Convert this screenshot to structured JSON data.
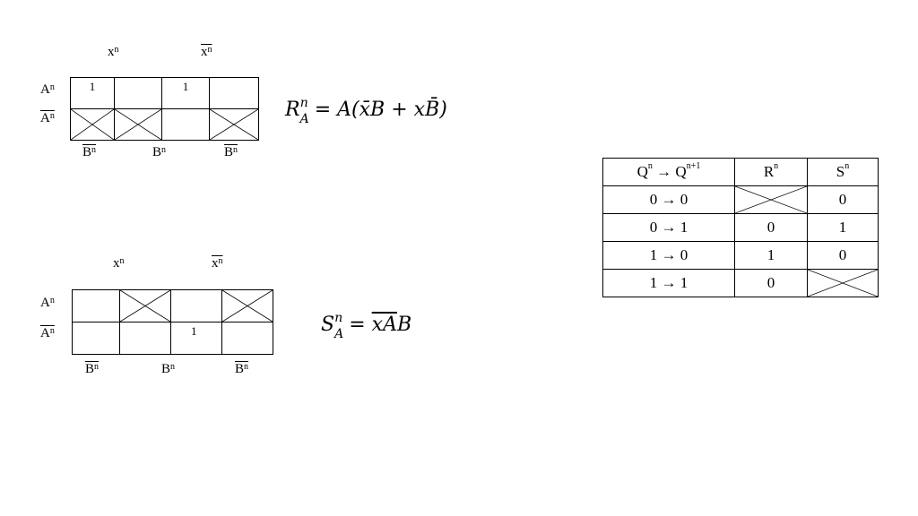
{
  "kmap1": {
    "col_top_left": "x",
    "col_top_right": "x",
    "col_sup": "n",
    "row1": "A",
    "row2": "A",
    "row_sup": "n",
    "bottom_left": "B",
    "bottom_mid": "B",
    "bottom_right": "B",
    "bottom_sup": "n",
    "cells_row1": [
      "1",
      "",
      "1",
      ""
    ],
    "cells_row2": [
      "X",
      "X",
      "",
      "X"
    ]
  },
  "formula1": {
    "base": "R",
    "sub": "A",
    "sup": "n",
    "rhs": "= A(x̄B + xB̄)"
  },
  "kmap2": {
    "col_top_left": "x",
    "col_top_right": "x",
    "col_sup": "n",
    "row1": "A",
    "row2": "A",
    "row_sup": "n",
    "bottom_left": "B",
    "bottom_mid": "B",
    "bottom_right": "B",
    "bottom_sup": "n",
    "cells_row1": [
      "",
      "X",
      "",
      "X"
    ],
    "cells_row2": [
      "",
      "",
      "1",
      ""
    ]
  },
  "formula2": {
    "base": "S",
    "sub": "A",
    "sup": "n",
    "rhs_eq": "=",
    "rhs_over": "xA",
    "rhs_end": "B"
  },
  "truth_table": {
    "header": {
      "transition": "Q",
      "sup_n": "n",
      "arrow": "→",
      "next": "Q",
      "sup_next": "n+1",
      "r": "R",
      "s": "S"
    },
    "rows": [
      {
        "from": "0",
        "to": "0",
        "r": "X",
        "s": "0"
      },
      {
        "from": "0",
        "to": "1",
        "r": "0",
        "s": "1"
      },
      {
        "from": "1",
        "to": "0",
        "r": "1",
        "s": "0"
      },
      {
        "from": "1",
        "to": "1",
        "r": "0",
        "s": "X"
      }
    ]
  }
}
